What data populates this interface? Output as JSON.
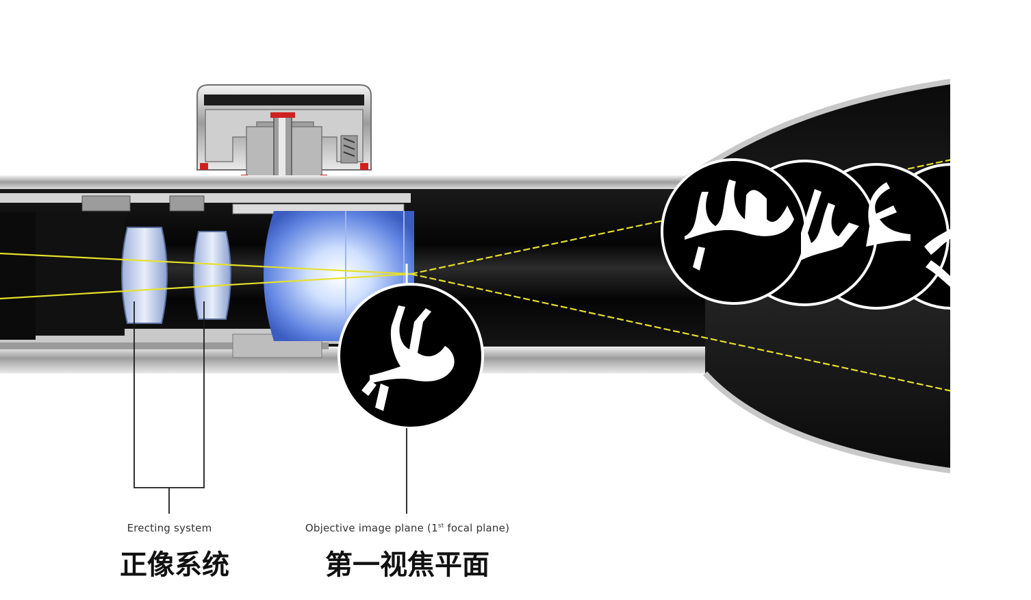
{
  "labels": {
    "erecting_en": "Erecting system",
    "erecting_zh": "正像系统",
    "focal_en_prefix": "Objective image plane (1",
    "focal_en_ord": "st",
    "focal_en_suffix": " focal plane)",
    "focal_zh": "第一视焦平面"
  },
  "colors": {
    "tube_black": "#050505",
    "metal_light": "#e4e4e4",
    "metal_dark": "#8a8a8a",
    "lens_blue": "#6f8fe6",
    "ray_yellow": "#e7e02a",
    "accent_red": "#d02020"
  }
}
